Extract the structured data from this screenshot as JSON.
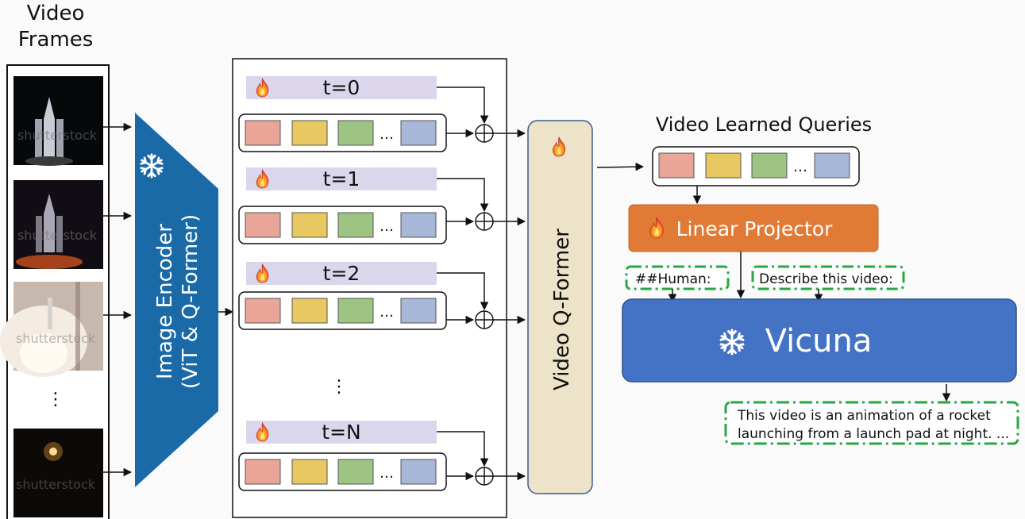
{
  "video_frames_title": [
    "Video",
    "Frames"
  ],
  "frames_ellipsis": "⋮",
  "frame_watermark": "shutterstock",
  "image_encoder": {
    "line1": "Image Encoder",
    "line2": "(ViT & Q-Former)",
    "icon": "snowflake-icon"
  },
  "timesteps": [
    {
      "label": "t=0"
    },
    {
      "label": "t=1"
    },
    {
      "label": "t=2"
    },
    {
      "label": "t=N"
    }
  ],
  "timesteps_ellipsis": "⋮",
  "queries_ellipsis": "…",
  "query_colors": [
    "#e8a598",
    "#e8c861",
    "#9dc483",
    "#a6b7d8"
  ],
  "video_qformer": {
    "label": "Video Q-Former",
    "icon": "fire-icon"
  },
  "video_learned_queries": {
    "title": "Video Learned Queries",
    "ellipsis": "…"
  },
  "linear_projector": {
    "label": "Linear Projector",
    "icon": "fire-icon"
  },
  "prompts": {
    "human": "##Human:",
    "describe": "Describe this video:"
  },
  "vicuna": {
    "label": "Vicuna",
    "icon": "snowflake-icon"
  },
  "output_text": [
    "This video is an animation of a rocket",
    "launching from a launch pad at night. ..."
  ],
  "colors": {
    "encoder_blue": "#1a6aa8",
    "qformer_beige": "#ede3c8",
    "projector_orange": "#e07a35",
    "vicuna_blue": "#4472c4",
    "dashed_green": "#28a745",
    "timestep_lavender": "#dcd6ec"
  }
}
